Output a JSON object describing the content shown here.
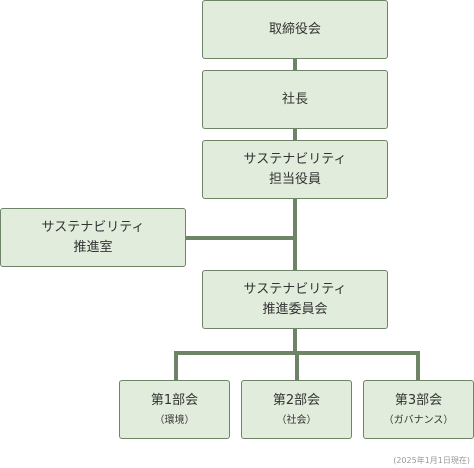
{
  "chart": {
    "nodes": [
      {
        "id": "board",
        "lines": [
          "取締役会"
        ]
      },
      {
        "id": "president",
        "lines": [
          "社長"
        ]
      },
      {
        "id": "officer",
        "lines": [
          "サステナビリティ",
          "担当役員"
        ]
      },
      {
        "id": "office",
        "lines": [
          "サステナビリティ",
          "推進室"
        ]
      },
      {
        "id": "committee",
        "lines": [
          "サステナビリティ",
          "推進委員会"
        ]
      },
      {
        "id": "dept1",
        "label": "第1部会",
        "sub": "（環境）"
      },
      {
        "id": "dept2",
        "label": "第2部会",
        "sub": "（社会）"
      },
      {
        "id": "dept3",
        "label": "第3部会",
        "sub": "（ガバナンス）"
      }
    ],
    "edges": [
      [
        "board",
        "president"
      ],
      [
        "president",
        "officer"
      ],
      [
        "officer",
        "committee"
      ],
      [
        "officer",
        "office"
      ],
      [
        "committee",
        "dept1"
      ],
      [
        "committee",
        "dept2"
      ],
      [
        "committee",
        "dept3"
      ]
    ],
    "colors": {
      "box_fill": "#e2ecdc",
      "box_border": "#6e8467",
      "connector": "#6e8467"
    }
  },
  "footer": {
    "date_note": "(2025年1月1日現在)"
  }
}
